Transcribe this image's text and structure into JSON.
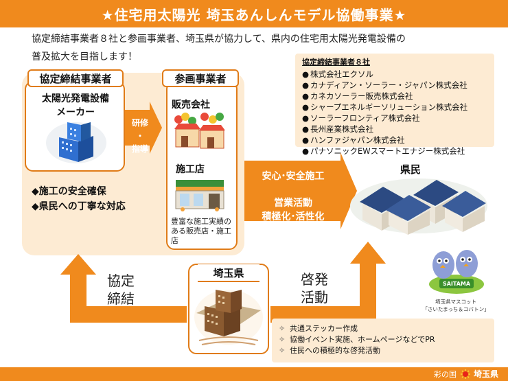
{
  "header": {
    "title": "★住宅用太陽光 埼玉あんしんモデル協働事業★"
  },
  "intro": {
    "line1": "協定締結事業者８社と参画事業者、埼玉県が協力して、県内の住宅用太陽光発電設備の",
    "line2": "普及拡大を目指します！"
  },
  "partners": {
    "title": "協定締結事業者８社",
    "bullet": "●",
    "items": [
      "株式会社エクソル",
      "カナディアン・ソーラー・ジャパン株式会社",
      "カネカソーラー販売株式会社",
      "シャープエネルギーソリューション株式会社",
      "ソーラーフロンティア株式会社",
      "長州産業株式会社",
      "ハンファジャパン株式会社",
      "パナソニックEWスマートエナジー株式会社"
    ]
  },
  "signatories": {
    "title": "協定締結事業者",
    "maker_line1": "太陽光発電設備",
    "maker_line2": "メーカー",
    "duties": [
      "◆施工の安全確保",
      "◆県民への丁寧な対応"
    ]
  },
  "training": {
    "line1": "研修",
    "line2": "・",
    "line3": "指導"
  },
  "participants": {
    "title": "参画事業者",
    "sales_company": "販売会社",
    "construction_shop": "施工店",
    "description": "豊富な施工実績のある販売店・施工店"
  },
  "flow": {
    "safety": "安心･安全施工",
    "sales_line1": "営業活動",
    "sales_line2": "積極化･活性化"
  },
  "residents": {
    "label": "県民"
  },
  "agreement": {
    "line1": "協定",
    "line2": "締結"
  },
  "prefecture": {
    "title": "埼玉県"
  },
  "awareness": {
    "line1": "啓発",
    "line2": "活動"
  },
  "activities": {
    "marker": "✧",
    "items": [
      "共通ステッカー作成",
      "協働イベント実施、ホームページなどでPR",
      "住民への積極的な啓発活動"
    ]
  },
  "mascot": {
    "badge": "SAITAMA",
    "caption_line1": "埼玉県マスコット",
    "caption_line2": "「さいたまっち＆コバトン」"
  },
  "footer": {
    "text1": "彩の国",
    "text2": "埼玉県"
  },
  "colors": {
    "orange": "#f08a1d",
    "light_orange": "#fdebd3",
    "border": "#e07b17"
  }
}
